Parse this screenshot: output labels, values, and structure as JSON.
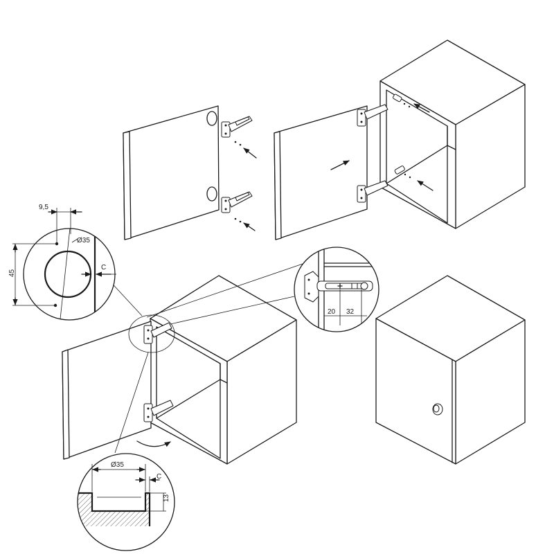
{
  "dimensions": {
    "hinge_offset": "9,5",
    "hinge_spacing": "45",
    "cup_diameter_top": "Ø35",
    "edge_distance_top": "C",
    "cup_diameter_bottom": "Ø35",
    "edge_distance_bottom": "C",
    "cup_depth": "13",
    "plate_offset_1": "20",
    "plate_offset_2": "32"
  }
}
